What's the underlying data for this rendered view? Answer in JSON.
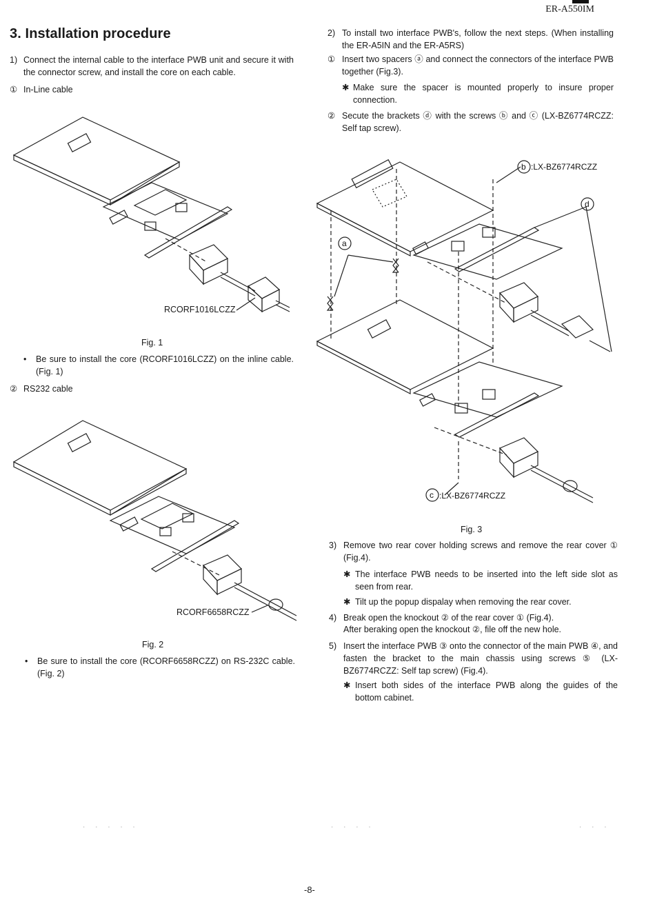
{
  "header": {
    "model": "ER-A550IM"
  },
  "left": {
    "title": "3. Installation procedure",
    "step1": {
      "num": "1)",
      "text": "Connect the internal cable to the interface PWB unit and secure it with the connector screw, and install the core on each cable."
    },
    "sub1": {
      "num": "①",
      "text": "In-Line cable"
    },
    "fig1": {
      "label": "RCORF1016LCZZ",
      "caption": "Fig. 1"
    },
    "note1": {
      "bullet": "•",
      "text": "Be sure to install the core (RCORF1016LCZZ) on the inline cable. (Fig. 1)"
    },
    "sub2": {
      "num": "②",
      "text": "RS232 cable"
    },
    "fig2": {
      "label": "RCORF6658RCZZ",
      "caption": "Fig. 2"
    },
    "note2": {
      "bullet": "•",
      "text": "Be sure to install the core (RCORF6658RCZZ) on RS-232C cable. (Fig. 2)"
    }
  },
  "right": {
    "step2": {
      "num": "2)",
      "text": "To install two interface PWB's, follow the next steps. (When installing the ER-A5IN and the ER-A5RS)"
    },
    "s2a": {
      "num": "①",
      "text": "Insert two spacers ⓐ and connect the connectors of the interface PWB together (Fig.3)."
    },
    "s2a_note": {
      "mark": "✱",
      "text": "Make sure the spacer is mounted properly to insure proper connection."
    },
    "s2b": {
      "num": "②",
      "text": "Secute the brackets ⓓ with the screws ⓑ and ⓒ (LX-BZ6774RCZZ: Self tap screw)."
    },
    "fig3": {
      "label_b": "b",
      "label_b_text": ":LX-BZ6774RCZZ",
      "label_d": "d",
      "label_a": "a",
      "label_c": "c",
      "label_c_text": ":LX-BZ6774RCZZ",
      "caption": "Fig. 3"
    },
    "step3": {
      "num": "3)",
      "text": "Remove two rear cover holding screws and remove the rear cover ① (Fig.4)."
    },
    "step3_note1": {
      "mark": "✱",
      "text": "The interface PWB needs to be inserted into the left side slot as seen from rear."
    },
    "step3_note2": {
      "mark": "✱",
      "text": "Tilt up the popup dispalay when removing the rear cover."
    },
    "step4": {
      "num": "4)",
      "text": "Break open the knockout ② of the rear cover ① (Fig.4).",
      "text2": "After beraking open the knockout ②, file off the new hole."
    },
    "step5": {
      "num": "5)",
      "text": "Insert the interface PWB ③ onto the connector of the main PWB ④, and fasten the bracket to the main chassis using screws ⑤ (LX-BZ6774RCZZ: Self tap screw) (Fig.4)."
    },
    "step5_note": {
      "mark": "✱",
      "text": "Insert both sides of the interface PWB along the guides of the bottom cabinet."
    }
  },
  "footer": {
    "page": "-8-"
  }
}
